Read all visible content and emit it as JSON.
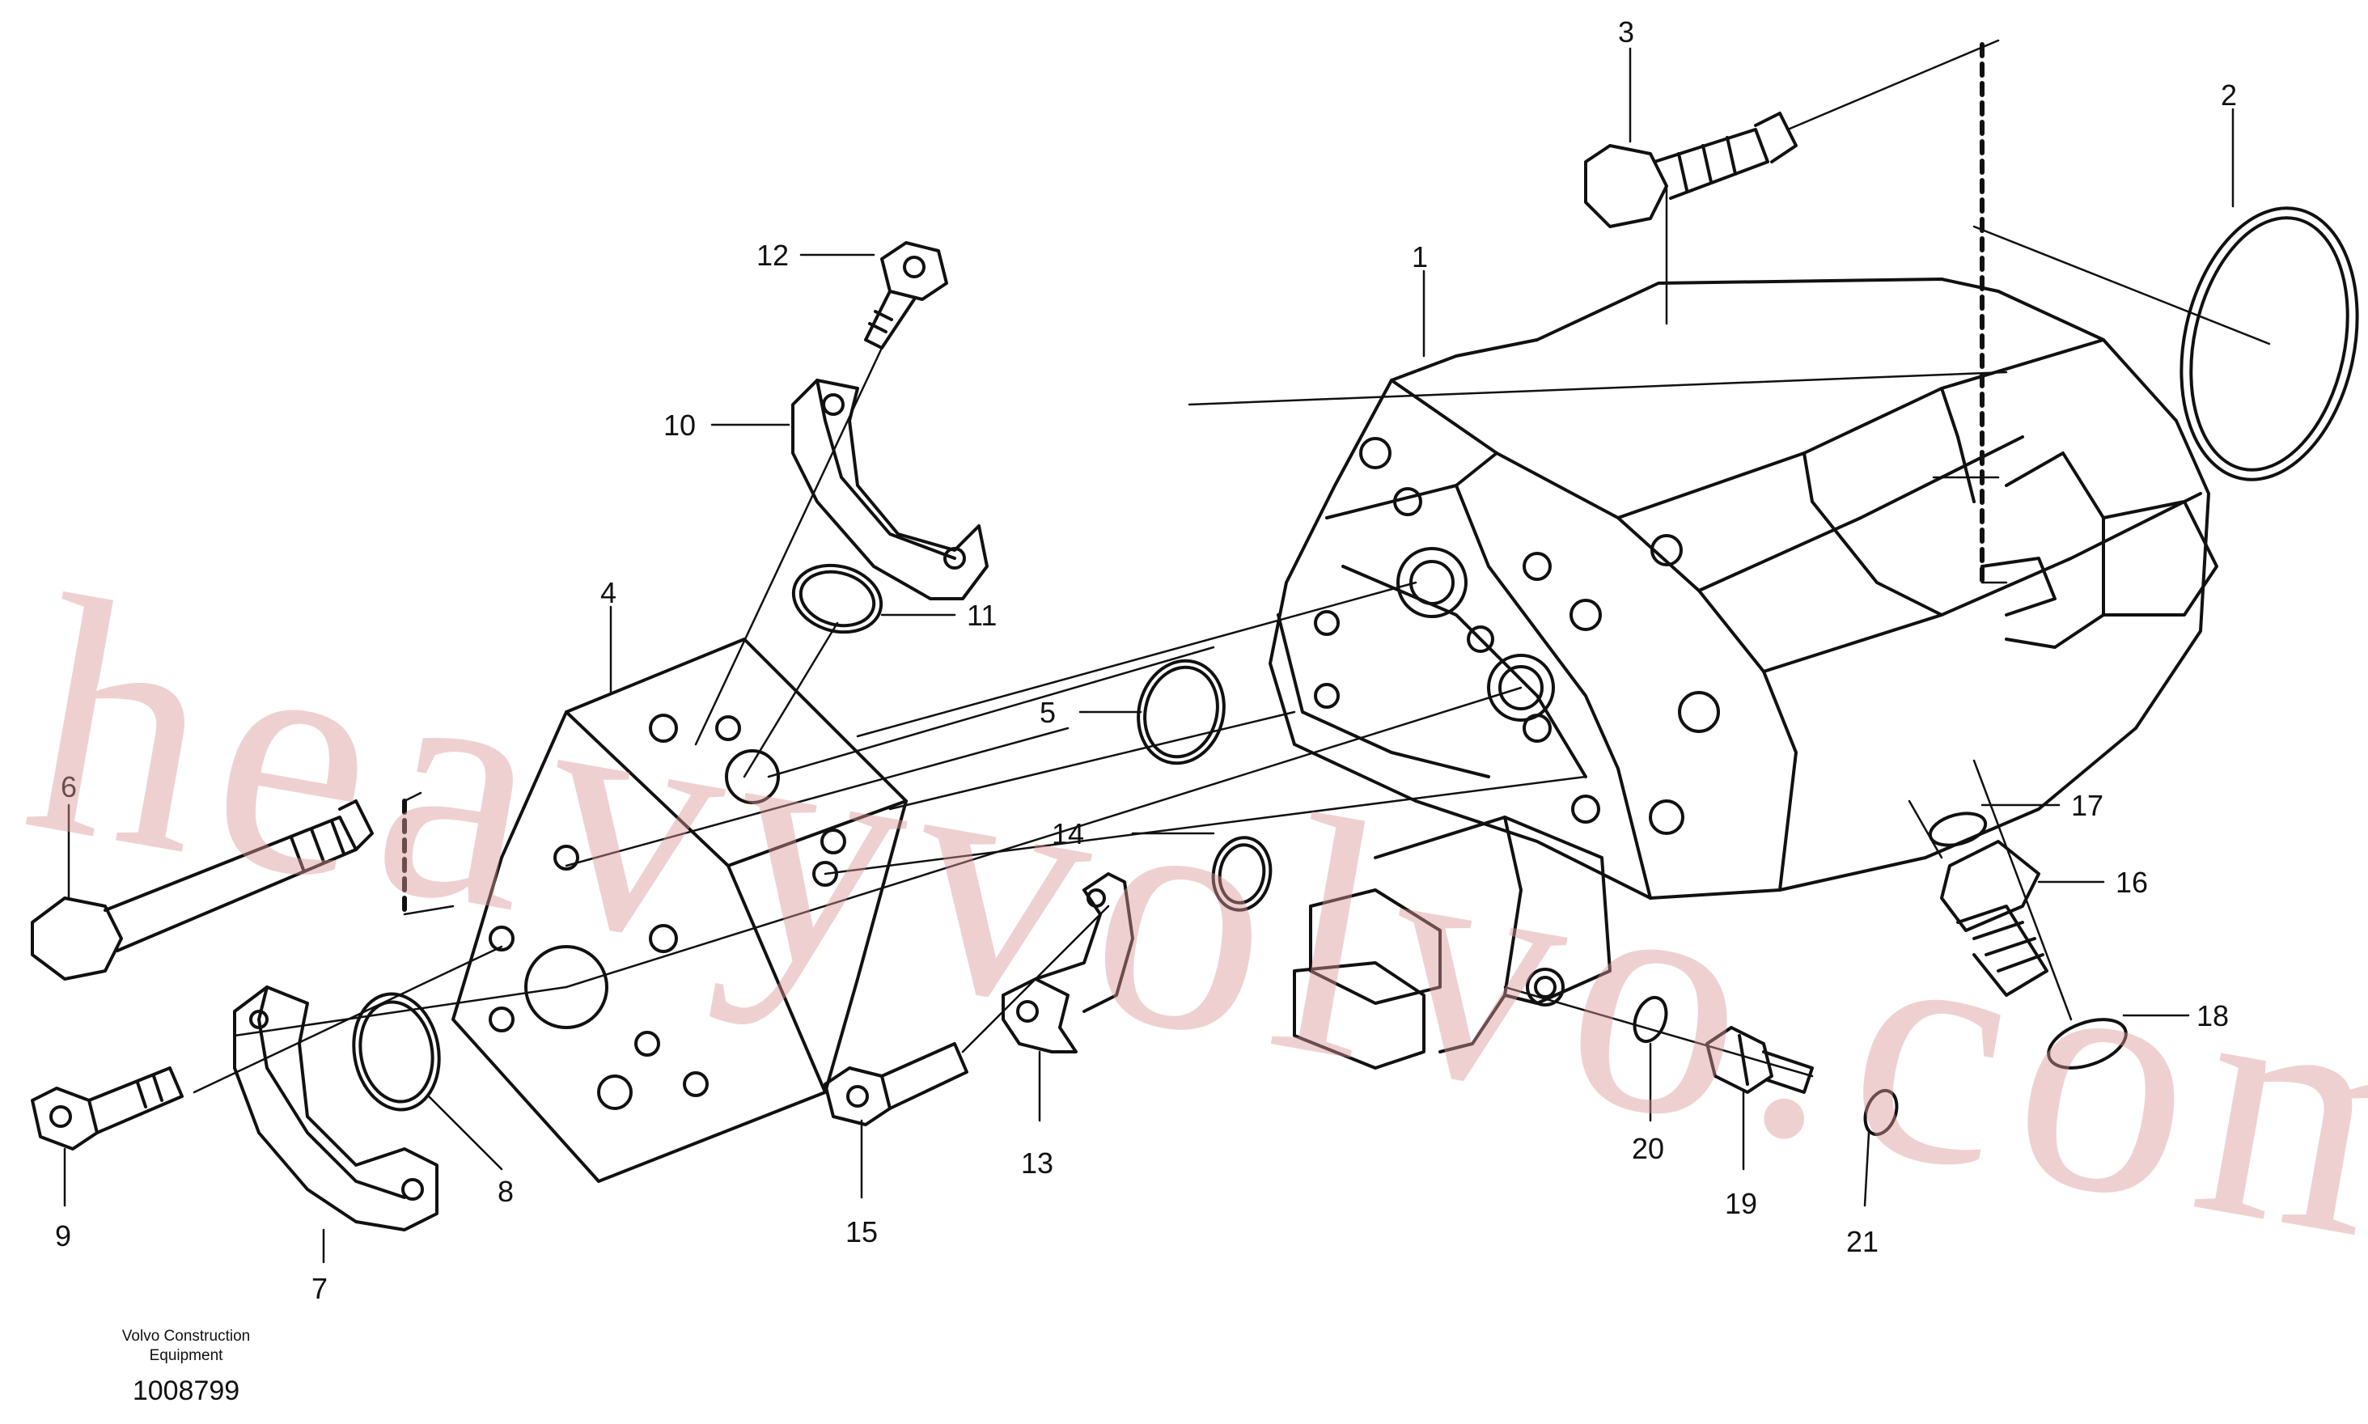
{
  "diagram": {
    "labels": [
      "1",
      "2",
      "3",
      "4",
      "5",
      "6",
      "7",
      "8",
      "9",
      "10",
      "11",
      "12",
      "13",
      "14",
      "15",
      "16",
      "17",
      "18",
      "19",
      "20",
      "21"
    ],
    "watermark": "heavyvolvo.com",
    "caption": {
      "company_line1": "Volvo Construction",
      "company_line2": "Equipment",
      "drawing_number": "1008799"
    }
  }
}
